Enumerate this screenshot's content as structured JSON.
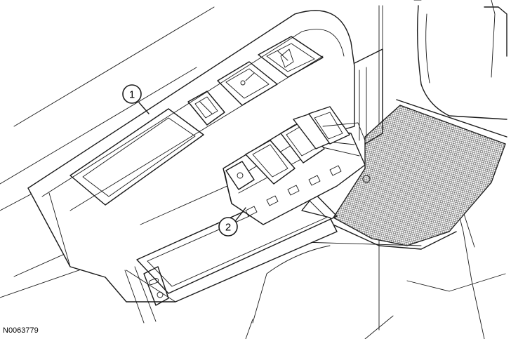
{
  "callouts": [
    {
      "label": "1"
    },
    {
      "label": "2"
    }
  ],
  "figure_id": "N0063779"
}
